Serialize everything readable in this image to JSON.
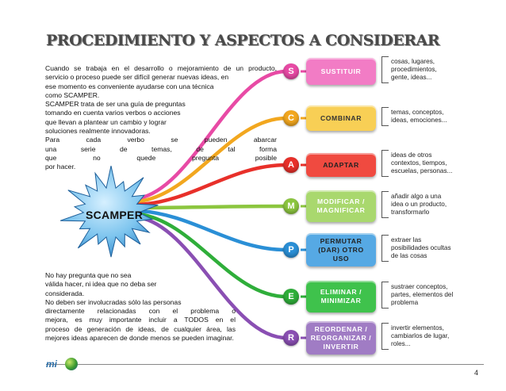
{
  "title": "PROCEDIMIENTO Y ASPECTOS A CONSIDERAR",
  "intro_top": [
    "Cuando se trabaja en el desarrollo o mejoramiento de un producto,",
    "servicio o proceso puede ser difícil generar nuevas ideas, en",
    "ese momento es conveniente ayudarse con una técnica",
    "como SCAMPER.",
    "SCAMPER trata de ser una guía de preguntas",
    "tomando en cuenta varios verbos o acciones",
    "que llevan a plantear un cambio y lograr",
    "soluciones realmente innovadoras.",
    "Para cada verbo se pueden abarcar",
    "una serie de temas, de tal forma",
    "que no quede pregunta posible",
    "por hacer."
  ],
  "intro_bottom": [
    "No hay pregunta que no sea",
    "válida hacer, ni idea que no deba ser",
    "considerada.",
    "No deben ser involucradas sólo las personas",
    "directamente relacionadas con el problema o",
    "mejora, es muy importante incluir a TODOS en el",
    "proceso de generación de ideas, de cualquier área, las",
    "mejores ideas aparecen de donde menos se pueden imaginar."
  ],
  "center": "SCAMPER",
  "items": [
    {
      "letter": "S",
      "verb": [
        "SUSTITUIR"
      ],
      "desc": [
        "cosas, lugares,",
        "procedimientos,",
        "gente, ideas..."
      ],
      "color": "#e84aa5",
      "box": "#f27cc5",
      "text_color": "#ffffff"
    },
    {
      "letter": "C",
      "verb": [
        "COMBINAR"
      ],
      "desc": [
        "temas, conceptos,",
        "ideas, emociones..."
      ],
      "color": "#f2a71f",
      "box": "#f8cf55",
      "text_color": "#333333"
    },
    {
      "letter": "A",
      "verb": [
        "ADAPTAR"
      ],
      "desc": [
        "ideas de otros",
        "contextos, tiempos,",
        "escuelas, personas..."
      ],
      "color": "#e8302a",
      "box": "#f04a40",
      "text_color": "#222222"
    },
    {
      "letter": "M",
      "verb": [
        "MODIFICAR /",
        "MAGNIFICAR"
      ],
      "desc": [
        "añadir algo a una",
        "idea o un producto,",
        "transformarlo"
      ],
      "color": "#8cc63f",
      "box": "#a9d86e",
      "text_color": "#ffffff"
    },
    {
      "letter": "P",
      "verb": [
        "PERMUTAR",
        "(DAR) OTRO",
        "USO"
      ],
      "desc": [
        "extraer las",
        "posibilidades ocultas",
        "de las cosas"
      ],
      "color": "#2a8fd6",
      "box": "#56a9e4",
      "text_color": "#222222"
    },
    {
      "letter": "E",
      "verb": [
        "ELIMINAR /",
        "MINIMIZAR"
      ],
      "desc": [
        "sustraer conceptos,",
        "partes, elementos del",
        "problema"
      ],
      "color": "#2fae3a",
      "box": "#3fc24c",
      "text_color": "#ffffff"
    },
    {
      "letter": "R",
      "verb": [
        "REORDENAR /",
        "REORGANIZAR /",
        "INVERTIR"
      ],
      "desc": [
        "invertir elementos,",
        "cambiarlos de lugar,",
        "roles..."
      ],
      "color": "#8a4fb3",
      "box": "#a07cc4",
      "text_color": "#ffffff"
    }
  ],
  "logo": "mi",
  "page_number": "4"
}
